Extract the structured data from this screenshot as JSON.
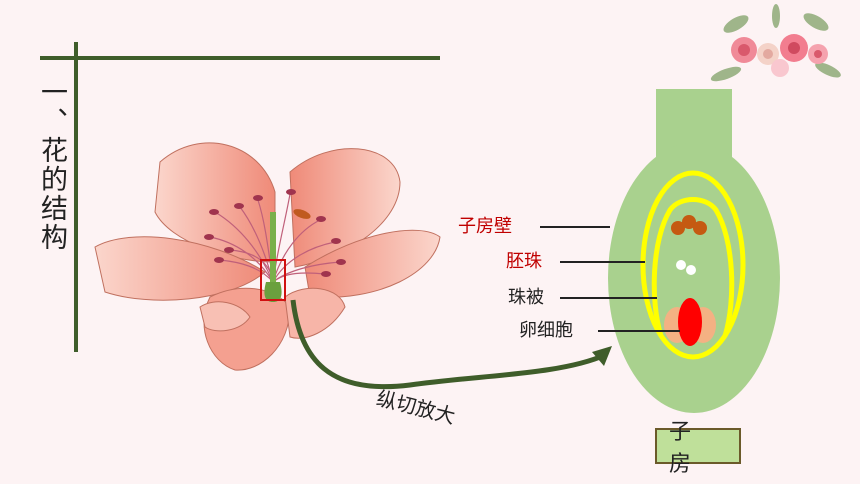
{
  "title": "一、花的结构",
  "arrow_label": "纵切放大",
  "ovary_labels": {
    "wall": "子房壁",
    "ovule": "胚珠",
    "integument": "珠被",
    "egg_cell": "卵细胞"
  },
  "caption": "子 房",
  "colors": {
    "background": "#fdf3f4",
    "title_line": "#3f5d2a",
    "ovary_fill": "#a9d18e",
    "integument_ring": "#ffff00",
    "red_label": "#c00000",
    "egg_cell": "#ff0000",
    "petal": "#f4a090",
    "arrow": "#3f5d2a"
  },
  "icons": [
    "rose-bouquet-icon",
    "flower-illustration"
  ]
}
